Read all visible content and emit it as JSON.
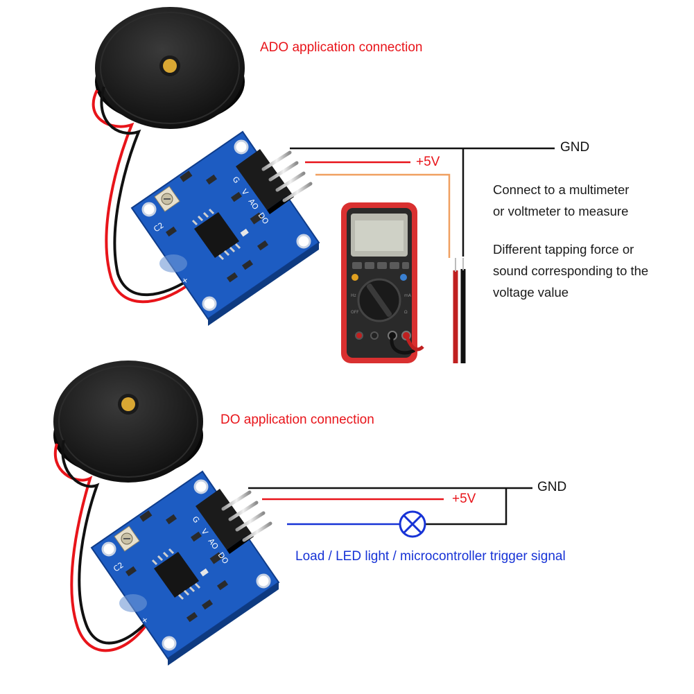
{
  "top": {
    "title": "ADO application connection",
    "gnd_label": "GND",
    "v5_label": "+5V",
    "note1_line1": "Connect to a multimeter",
    "note1_line2": "or voltmeter to measure",
    "note2_line1": "Different tapping force or",
    "note2_line2": "sound corresponding to the",
    "note2_line3": "voltage value"
  },
  "bottom": {
    "title": "DO application connection",
    "gnd_label": "GND",
    "v5_label": "+5V",
    "load_label": "Load / LED light / microcontroller trigger signal"
  },
  "colors": {
    "title_red": "#e8141a",
    "wire_black": "#111111",
    "wire_red": "#e8141a",
    "wire_orange": "#f0a060",
    "wire_blue": "#1733d6",
    "pcb_blue": "#1d5cc2",
    "meter_red": "#d93030"
  },
  "icons": [
    "piezo-disc-icon",
    "sensor-module-board-icon",
    "multimeter-icon",
    "lamp-load-icon"
  ]
}
